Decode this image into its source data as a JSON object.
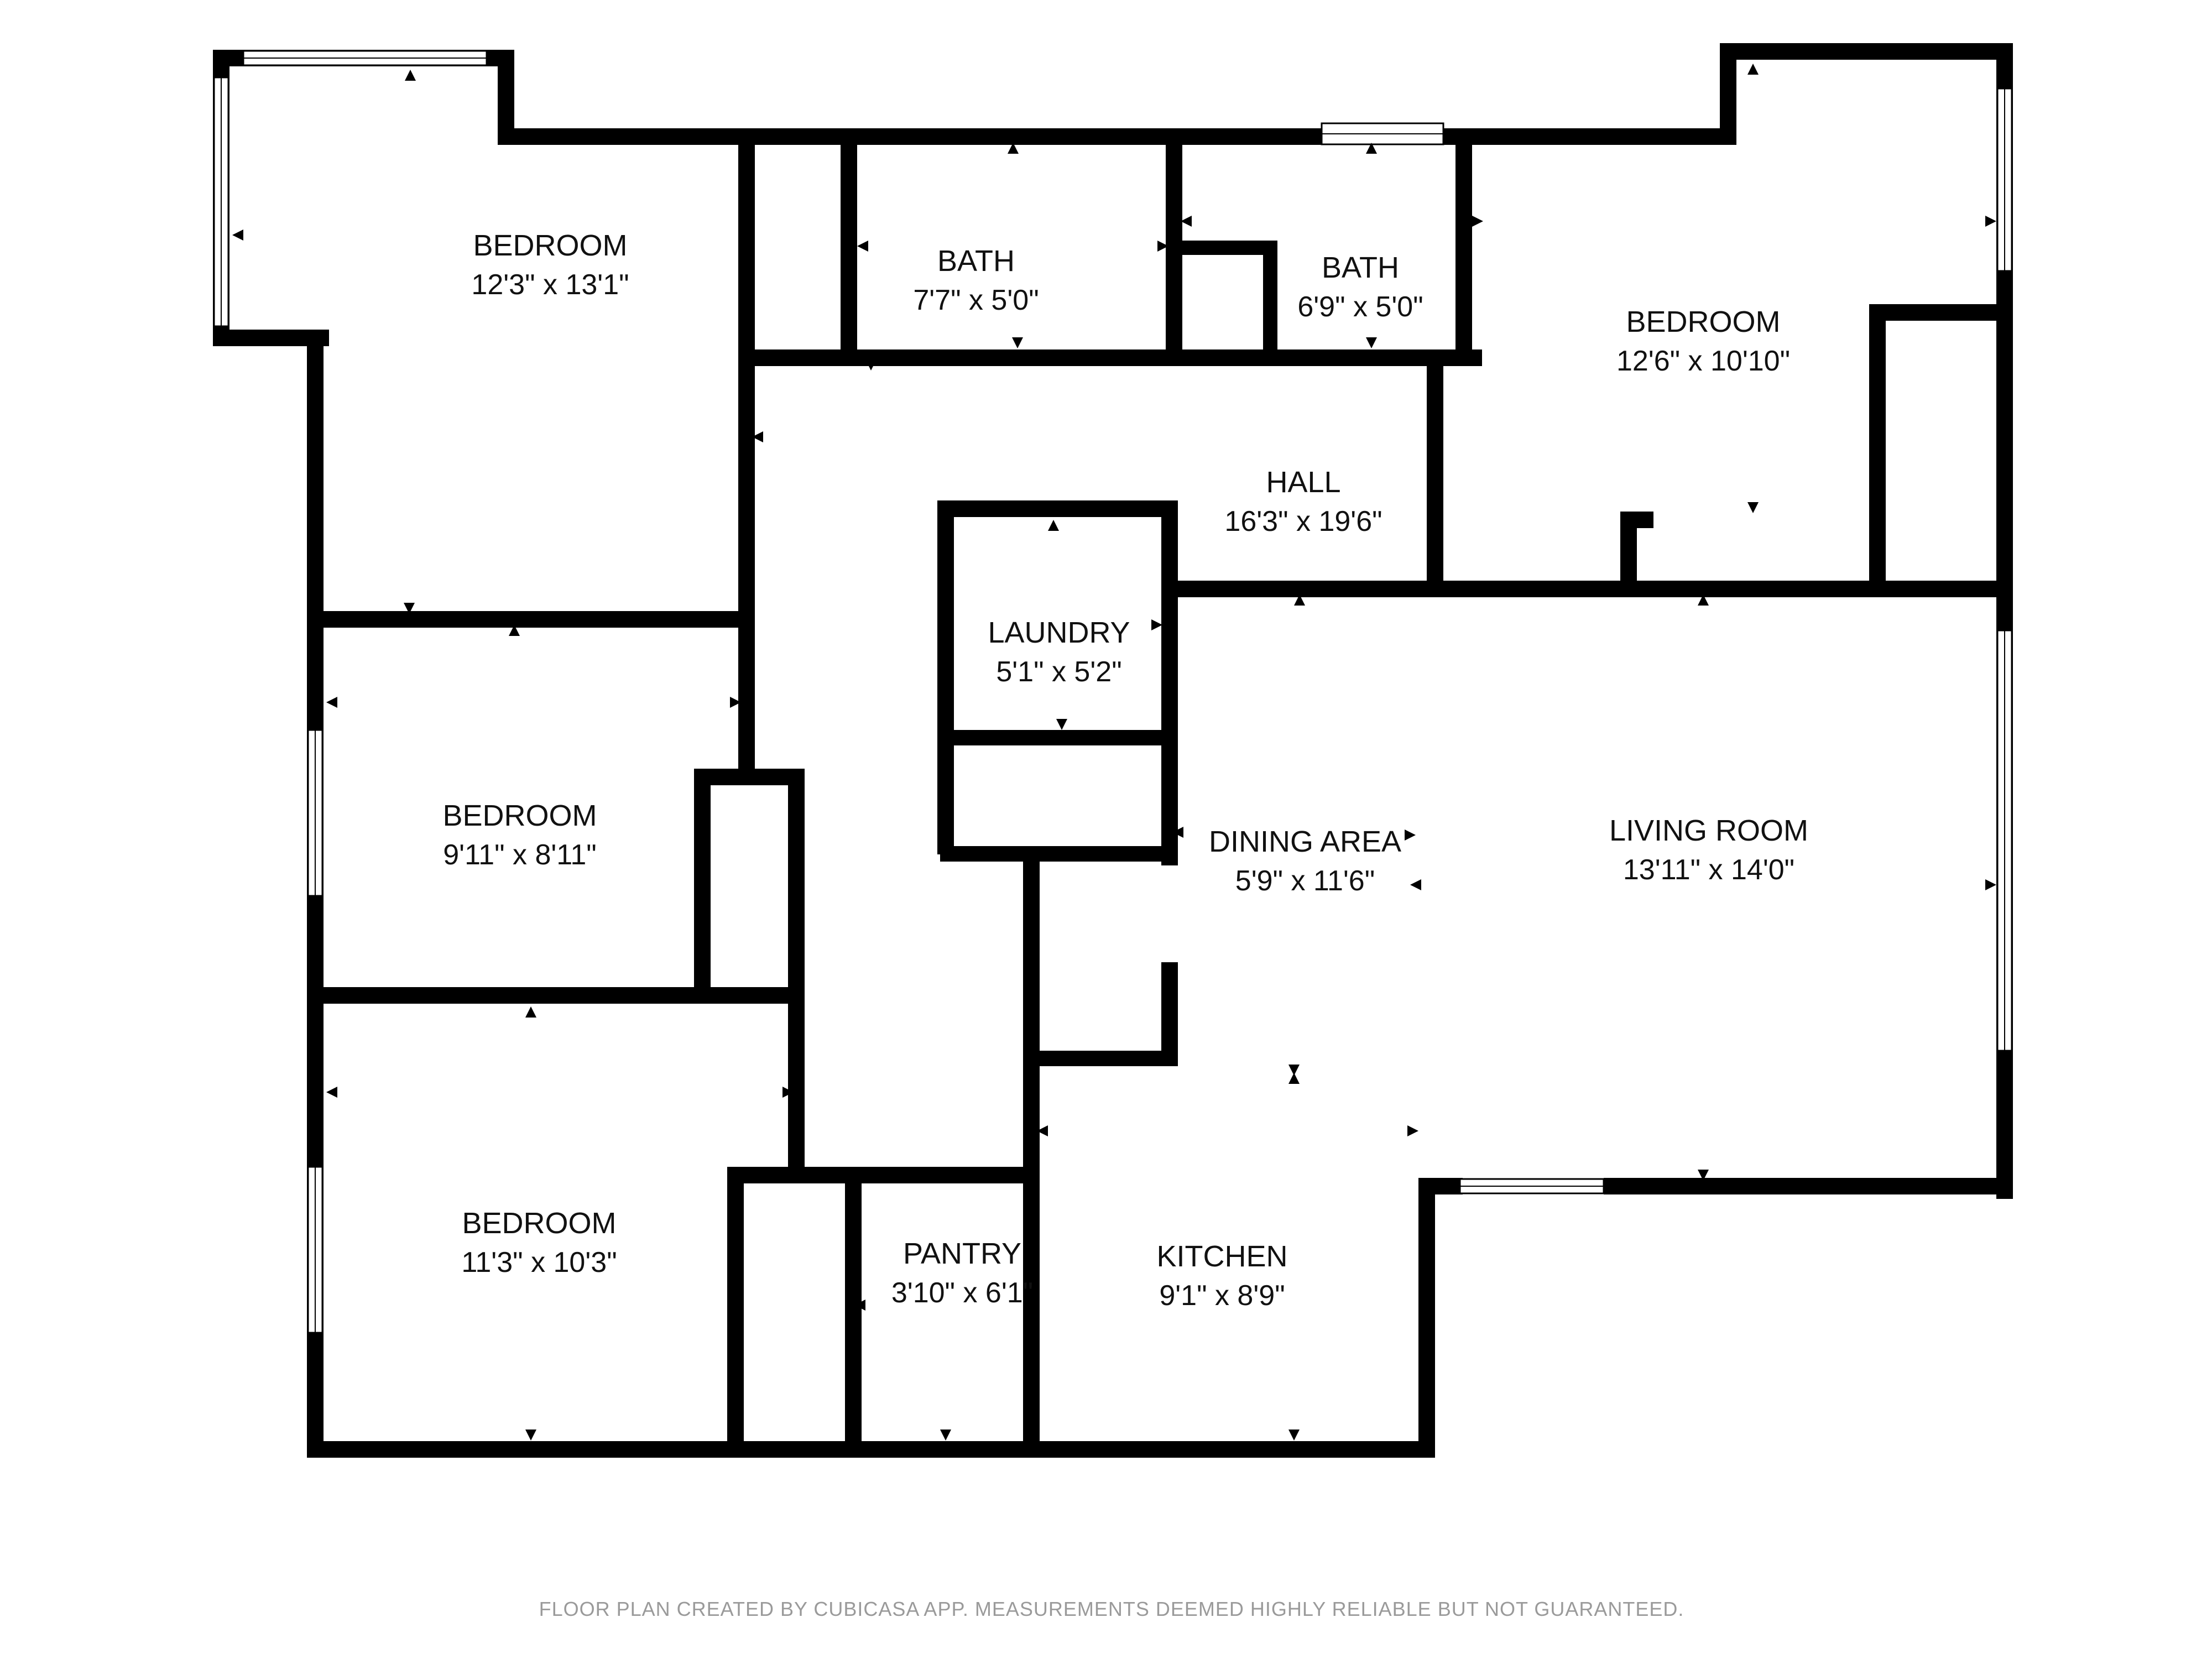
{
  "plan": {
    "wall_color": "#000000",
    "window_color": "#ffffff",
    "rooms": [
      {
        "id": "bedroom-1",
        "name": "BEDROOM",
        "dims": "12'3\" x 13'1\""
      },
      {
        "id": "bath-1",
        "name": "BATH",
        "dims": "7'7\" x 5'0\""
      },
      {
        "id": "bath-2",
        "name": "BATH",
        "dims": "6'9\" x 5'0\""
      },
      {
        "id": "bedroom-2",
        "name": "BEDROOM",
        "dims": "12'6\" x 10'10\""
      },
      {
        "id": "hall",
        "name": "HALL",
        "dims": "16'3\" x 19'6\""
      },
      {
        "id": "laundry",
        "name": "LAUNDRY",
        "dims": "5'1\" x 5'2\""
      },
      {
        "id": "bedroom-3",
        "name": "BEDROOM",
        "dims": "9'11\" x 8'11\""
      },
      {
        "id": "dining-area",
        "name": "DINING AREA",
        "dims": "5'9\" x 11'6\""
      },
      {
        "id": "living-room",
        "name": "LIVING ROOM",
        "dims": "13'11\" x 14'0\""
      },
      {
        "id": "bedroom-4",
        "name": "BEDROOM",
        "dims": "11'3\" x 10'3\""
      },
      {
        "id": "pantry",
        "name": "PANTRY",
        "dims": "3'10\" x 6'1\""
      },
      {
        "id": "kitchen",
        "name": "KITCHEN",
        "dims": "9'1\" x 8'9\""
      }
    ]
  },
  "footer": {
    "disclaimer": "FLOOR PLAN CREATED BY CUBICASA APP. MEASUREMENTS DEEMED HIGHLY RELIABLE BUT NOT GUARANTEED."
  }
}
